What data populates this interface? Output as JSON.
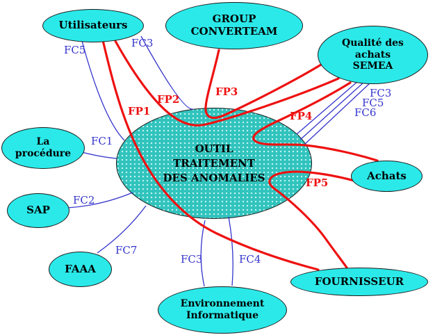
{
  "center": {
    "lines": [
      "OUTIL",
      "TRAITEMENT",
      "DES ANOMALIES"
    ]
  },
  "nodes": {
    "utilisateurs": {
      "lines": [
        "Utilisateurs"
      ]
    },
    "converteam": {
      "lines": [
        "GROUP",
        "CONVERTEAM"
      ]
    },
    "semea": {
      "lines": [
        "Qualité des",
        "achats",
        "SEMEA"
      ]
    },
    "procedure": {
      "lines": [
        "La",
        "procédure"
      ]
    },
    "sap": {
      "lines": [
        "SAP"
      ]
    },
    "faaa": {
      "lines": [
        "FAAA"
      ]
    },
    "env_informatique": {
      "lines": [
        "Environnement",
        "Informatique"
      ]
    },
    "fournisseur": {
      "lines": [
        "FOURNISSEUR"
      ]
    },
    "achats": {
      "lines": [
        "Achats"
      ]
    }
  },
  "edge_labels": {
    "fp1": "FP1",
    "fp2": "FP2",
    "fp3": "FP3",
    "fp4": "FP4",
    "fp5": "FP5",
    "fc1": "FC1",
    "fc2": "FC2",
    "fc3_left": "FC3",
    "fc5_left": "FC5",
    "fc7": "FC7",
    "fc3_bottom": "FC3",
    "fc4": "FC4",
    "fc3_right": "FC3",
    "fc5_right": "FC5",
    "fc6_right": "FC6"
  },
  "edges": [
    {
      "label": "FP1",
      "type": "fonction-principale",
      "from": "Utilisateurs",
      "to": "FOURNISSEUR"
    },
    {
      "label": "FP2",
      "type": "fonction-principale",
      "from": "Utilisateurs",
      "to": "Qualité des achats SEMEA"
    },
    {
      "label": "FP3",
      "type": "fonction-principale",
      "from": "GROUP CONVERTEAM",
      "to": "Qualité des achats SEMEA"
    },
    {
      "label": "FP4",
      "type": "fonction-principale",
      "from": "Qualité des achats SEMEA",
      "to": "Achats"
    },
    {
      "label": "FP5",
      "type": "fonction-principale",
      "from": "Achats",
      "to": "FOURNISSEUR"
    },
    {
      "label": "FC5",
      "type": "fonction-contrainte",
      "from": "Utilisateurs",
      "to": "OUTIL TRAITEMENT DES ANOMALIES"
    },
    {
      "label": "FC3",
      "type": "fonction-contrainte",
      "from": "Utilisateurs",
      "to": "OUTIL TRAITEMENT DES ANOMALIES"
    },
    {
      "label": "FC1",
      "type": "fonction-contrainte",
      "from": "La procédure",
      "to": "OUTIL TRAITEMENT DES ANOMALIES"
    },
    {
      "label": "FC2",
      "type": "fonction-contrainte",
      "from": "SAP",
      "to": "OUTIL TRAITEMENT DES ANOMALIES"
    },
    {
      "label": "FC7",
      "type": "fonction-contrainte",
      "from": "FAAA",
      "to": "OUTIL TRAITEMENT DES ANOMALIES"
    },
    {
      "label": "FC3",
      "type": "fonction-contrainte",
      "from": "Environnement Informatique",
      "to": "OUTIL TRAITEMENT DES ANOMALIES"
    },
    {
      "label": "FC4",
      "type": "fonction-contrainte",
      "from": "Environnement Informatique",
      "to": "OUTIL TRAITEMENT DES ANOMALIES"
    },
    {
      "label": "FC3",
      "type": "fonction-contrainte",
      "from": "Qualité des achats SEMEA",
      "to": "OUTIL TRAITEMENT DES ANOMALIES"
    },
    {
      "label": "FC5",
      "type": "fonction-contrainte",
      "from": "Qualité des achats SEMEA",
      "to": "OUTIL TRAITEMENT DES ANOMALIES"
    },
    {
      "label": "FC6",
      "type": "fonction-contrainte",
      "from": "Qualité des achats SEMEA",
      "to": "OUTIL TRAITEMENT DES ANOMALIES"
    }
  ],
  "colors": {
    "node_fill": "#2be9e9",
    "center_fill": "#31c3bd",
    "fp_color": "#ee1111",
    "fc_color": "#3333cc",
    "border": "#1a1a1a"
  }
}
